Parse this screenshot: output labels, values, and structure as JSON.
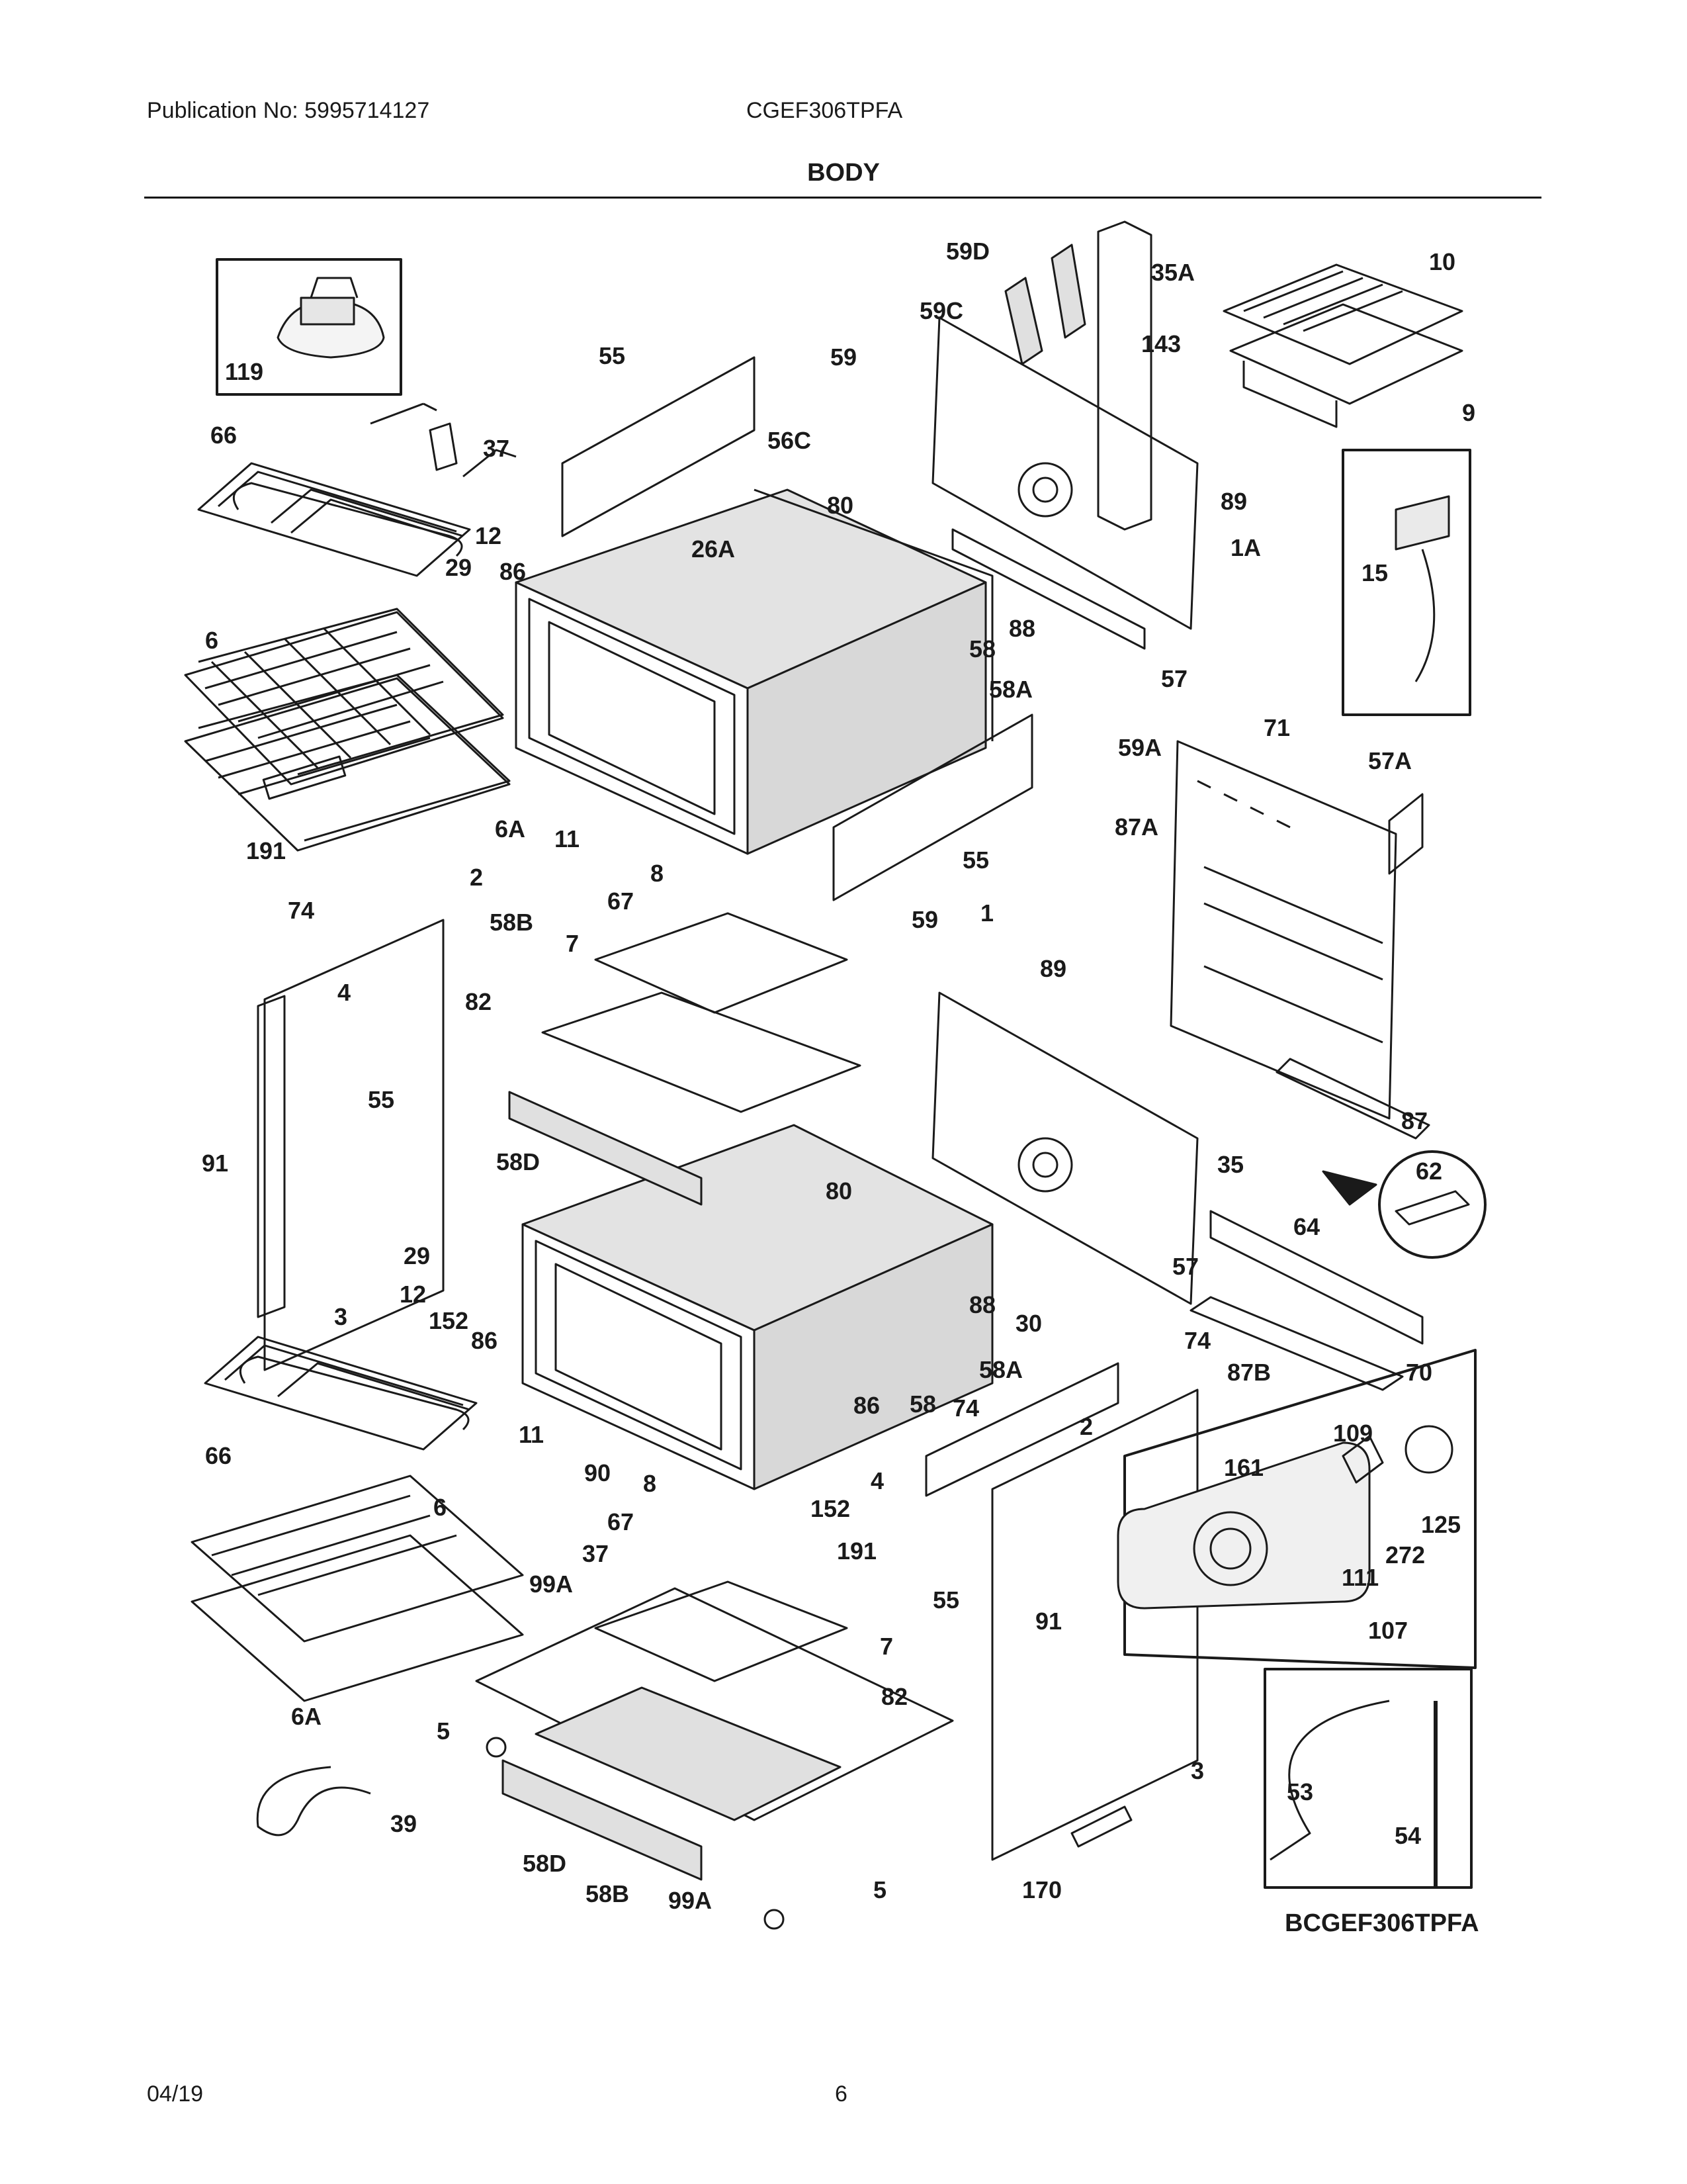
{
  "header": {
    "publication": "Publication No: 5995714127",
    "model": "CGEF306TPFA",
    "section_title": "BODY"
  },
  "footer": {
    "date": "04/19",
    "page": "6"
  },
  "diagram": {
    "code": "BCGEF306TPFA",
    "callouts": [
      "119",
      "66",
      "37",
      "55",
      "56C",
      "59",
      "59D",
      "59C",
      "35A",
      "143",
      "10",
      "9",
      "89",
      "80",
      "1A",
      "12",
      "29",
      "86",
      "26A",
      "88",
      "58",
      "58A",
      "57",
      "15",
      "6",
      "6A",
      "11",
      "55",
      "59A",
      "71",
      "57A",
      "87A",
      "191",
      "74",
      "2",
      "8",
      "67",
      "58B",
      "7",
      "82",
      "4",
      "55",
      "91",
      "59",
      "1",
      "89",
      "87",
      "35",
      "62",
      "64",
      "58D",
      "80",
      "29",
      "12",
      "152",
      "86",
      "3",
      "57",
      "88",
      "30",
      "66",
      "58",
      "58A",
      "86",
      "87B",
      "70",
      "74",
      "11",
      "90",
      "152",
      "4",
      "74",
      "2",
      "109",
      "161",
      "125",
      "272",
      "111",
      "107",
      "8",
      "6",
      "37",
      "67",
      "191",
      "99A",
      "7",
      "91",
      "55",
      "5",
      "39",
      "82",
      "3",
      "6A",
      "53",
      "54",
      "58D",
      "58B",
      "99A",
      "5",
      "170"
    ]
  }
}
